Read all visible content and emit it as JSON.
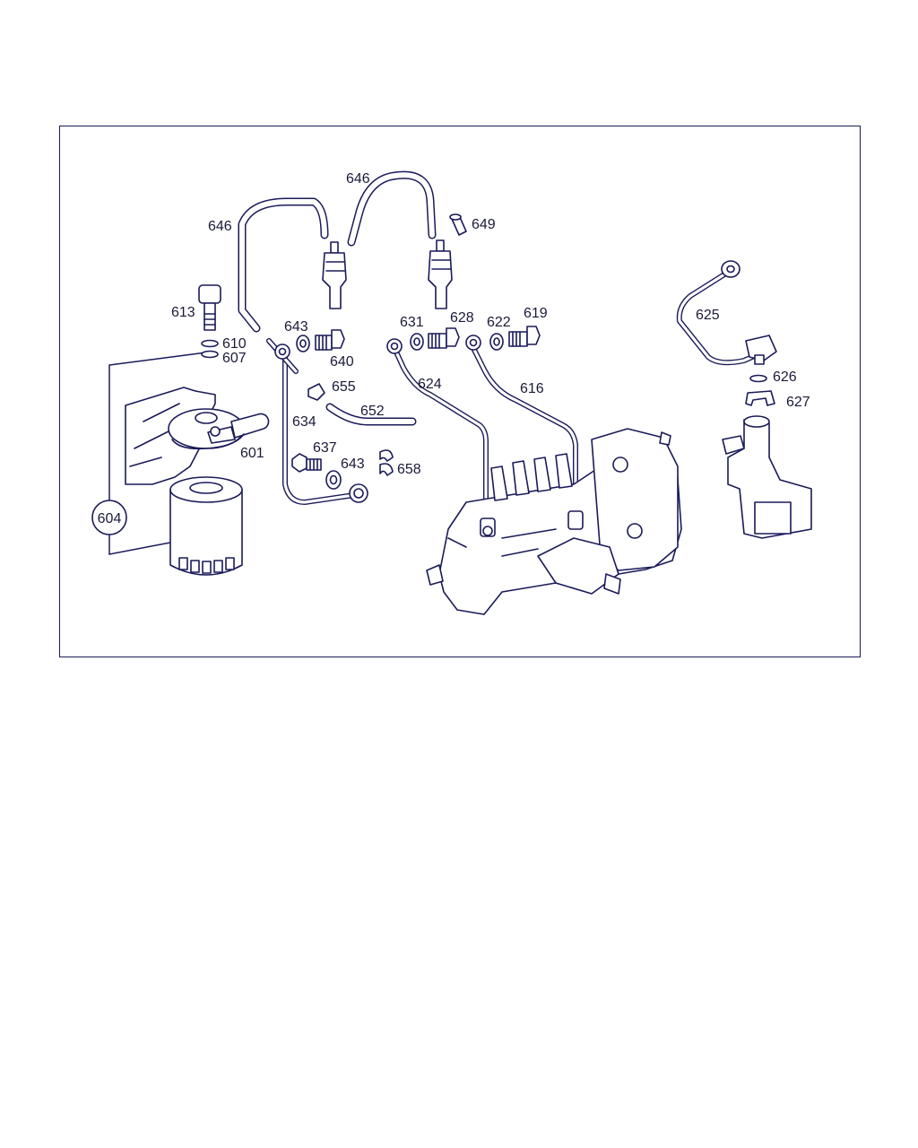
{
  "colors": {
    "line": "#1a1a5a",
    "text": "#1a1a3a",
    "background": "#ffffff"
  },
  "callouts": {
    "c646a": "646",
    "c646b": "646",
    "c649": "649",
    "c613": "613",
    "c610": "610",
    "c607": "607",
    "c643a": "643",
    "c640": "640",
    "c631": "631",
    "c628": "628",
    "c622": "622",
    "c619": "619",
    "c625": "625",
    "c626": "626",
    "c627": "627",
    "c655": "655",
    "c652": "652",
    "c634": "634",
    "c624": "624",
    "c616": "616",
    "c601": "601",
    "c637": "637",
    "c643b": "643",
    "c658": "658",
    "c604": "604"
  }
}
